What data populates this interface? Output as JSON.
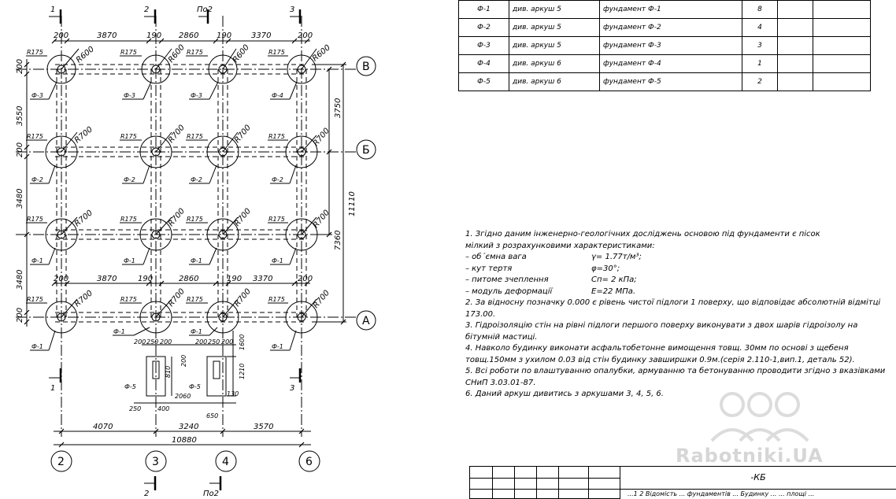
{
  "spec_table": {
    "rows": [
      {
        "mark": "Ф-1",
        "doc": "див. аркуш 5",
        "name": "фундамент Ф-1",
        "qty": "8"
      },
      {
        "mark": "Ф-2",
        "doc": "див. аркуш 5",
        "name": "фундамент Ф-2",
        "qty": "4"
      },
      {
        "mark": "Ф-3",
        "doc": "див. аркуш 5",
        "name": "фундамент Ф-3",
        "qty": "3"
      },
      {
        "mark": "Ф-4",
        "doc": "див. аркуш 6",
        "name": "фундамент Ф-4",
        "qty": "1"
      },
      {
        "mark": "Ф-5",
        "doc": "див. аркуш 6",
        "name": "фундамент Ф-5",
        "qty": "2"
      }
    ]
  },
  "notes": {
    "n1_a": "1. Згідно даним інженерно-геологічних досліджень основою під фундаменти є пісок",
    "n1_b": "мілкий з розрахунковими  характеристиками:",
    "soil": [
      {
        "k": "– об´ємна вага",
        "v": "γ= 1.77т/м³;"
      },
      {
        "k": "– кут тертя",
        "v": "φ=30°;"
      },
      {
        "k": "– питоме зчеплення",
        "v": "Cп= 2 кПа;"
      },
      {
        "k": "– модуль деформації",
        "v": "E=22 МПа."
      }
    ],
    "n2": "2. За відносну позначку 0.000 є рівень чистої підлоги  1 поверху, що відповідає абсолютній відмітці 173.00.",
    "n3": "3. Гідроізоляцію стін на рівні підлоги першого поверху виконувати з двох шарів гідроізолу на бітумній мастиці.",
    "n4": "4. Навколо будинку виконати асфальтобетонне вимощення товщ. 30мм по основі з щебеня товщ.150мм з ухилом 0.03 від стін будинку завширшки 0.9м.(серія 2.110-1,вип.1, деталь 52).",
    "n5": "5. Всі роботи по влаштуванню опалубки, армуванню та бетонуванню проводити згідно з вказівками СНиП 3.03.01-87.",
    "n6": "6. Даний аркуш дивитись з аркушами 3, 4, 5, 6."
  },
  "stamp": {
    "code": "-КБ",
    "sub": "...1 2  Відомість ... фундаментів ... Будинку ... ... площі ..."
  },
  "watermark": "Rabotniki.UA",
  "plan": {
    "axes_x": [
      "2",
      "3",
      "4",
      "6"
    ],
    "axes_y": [
      "В",
      "Б",
      "А"
    ],
    "sections": {
      "s1": "1",
      "s2": "2",
      "s3": "3",
      "s4": "По2"
    },
    "top_dims": [
      "200",
      "3870",
      "190",
      "2860",
      "190",
      "3370",
      "200"
    ],
    "mid_dims": [
      "200",
      "3870",
      "190",
      "2860",
      "190",
      "3370",
      "200"
    ],
    "bottom_dims": [
      "4070",
      "3240",
      "3570"
    ],
    "overall": "10880",
    "left_dims": [
      "200",
      "3550",
      "200",
      "3480",
      "3480",
      "200"
    ],
    "right_dims": [
      "3750",
      "7360",
      "11110"
    ],
    "radii": {
      "r175": "R175",
      "r600": "R600",
      "r700": "R700"
    },
    "marks": {
      "f1": "Ф-1",
      "f2": "Ф-2",
      "f3": "Ф-3",
      "f4": "Ф-4",
      "f5": "Ф-5"
    },
    "pier_dims": [
      "200",
      "250",
      "200",
      "1600",
      "1210",
      "130",
      "810",
      "200",
      "250",
      "400",
      "2060",
      "650"
    ]
  }
}
